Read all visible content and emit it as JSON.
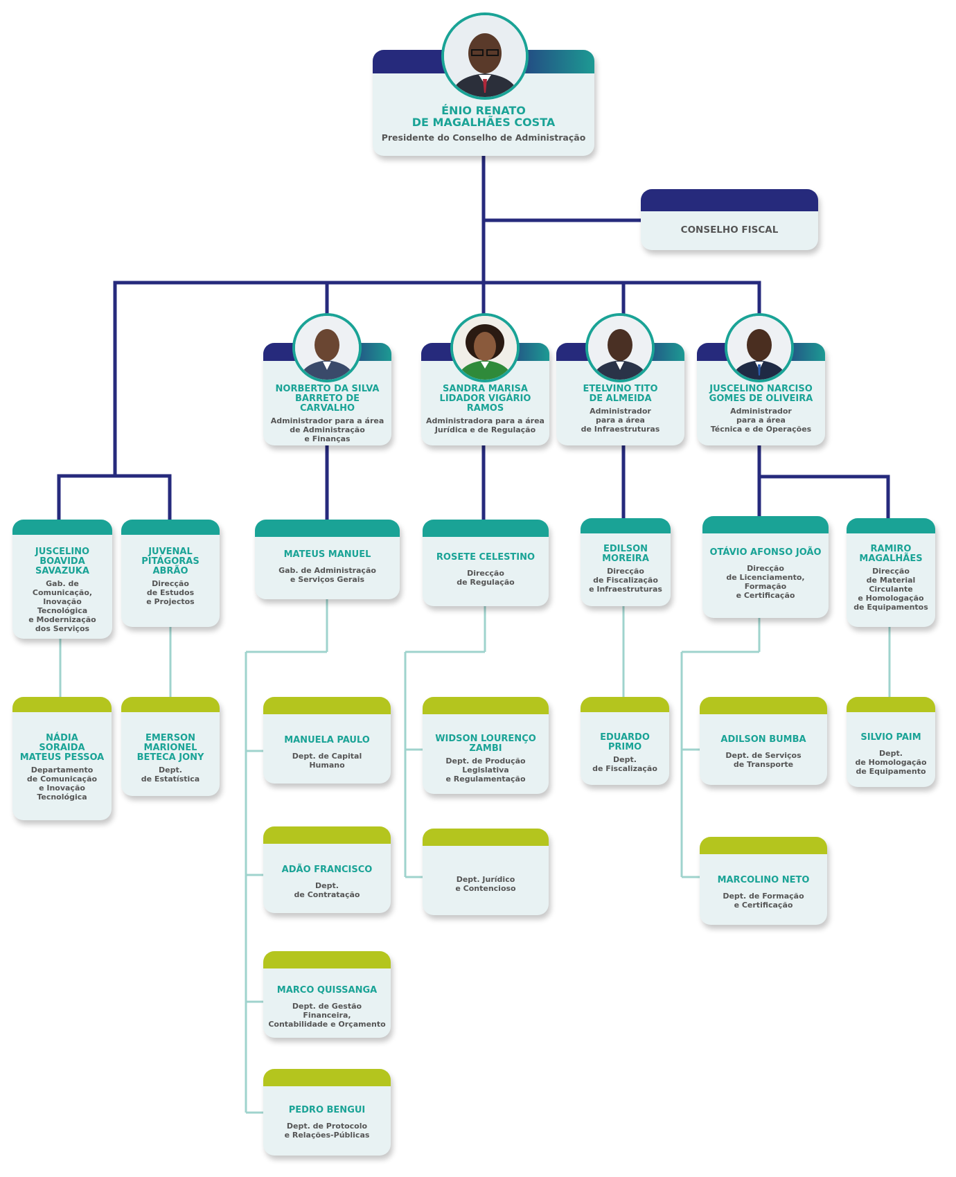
{
  "colors": {
    "navy": "#262a7c",
    "teal": "#1aa396",
    "lime": "#b4c51e",
    "box_bg": "#e8f2f3",
    "thin_line": "#9fd3cd"
  },
  "president": {
    "name_line1": "ÉNIO RENATO",
    "name_line2": "DE MAGALHÃES COSTA",
    "role": "Presidente do Conselho de Administração"
  },
  "conselho_fiscal": {
    "label": "CONSELHO FISCAL"
  },
  "administrators": [
    {
      "name_line1": "NORBERTO DA SILVA",
      "name_line2": "BARRETO DE CARVALHO",
      "role_lines": [
        "Administrador para a área",
        "de Administração",
        "e Finanças"
      ]
    },
    {
      "name_line1": "SANDRA MARISA",
      "name_line2": "LIDADOR VIGÁRIO",
      "name_line3": "RAMOS",
      "role_lines": [
        "Administradora para a área",
        "Jurídica e de Regulação"
      ]
    },
    {
      "name_line1": "ETELVINO TITO",
      "name_line2": "DE ALMEIDA",
      "role_lines": [
        "Administrador",
        "para a área",
        "de Infraestruturas"
      ]
    },
    {
      "name_line1": "JUSCELINO NARCISO",
      "name_line2": "GOMES DE OLIVEIRA",
      "role_lines": [
        "Administrador",
        "para a área",
        "Técnica e de Operações"
      ]
    }
  ],
  "directors": [
    {
      "name_lines": [
        "JUSCELINO",
        "BOAVIDA",
        "SAVAZUKA"
      ],
      "role_lines": [
        "Gab. de Comunicação,",
        "Inovação",
        "Tecnológica",
        "e Modernização",
        "dos Serviços"
      ]
    },
    {
      "name_lines": [
        "JUVENAL",
        "PITÁGORAS",
        "ABRÃO"
      ],
      "role_lines": [
        "Direcção",
        "de Estudos",
        "e Projectos"
      ]
    },
    {
      "name_lines": [
        "MATEUS MANUEL"
      ],
      "role_lines": [
        "Gab. de Administração",
        "e Serviços Gerais"
      ]
    },
    {
      "name_lines": [
        "ROSETE CELESTINO"
      ],
      "role_lines": [
        "Direcção",
        "de Regulação"
      ]
    },
    {
      "name_lines": [
        "EDILSON",
        "MOREIRA"
      ],
      "role_lines": [
        "Direcção",
        "de Fiscalização",
        "e Infraestruturas"
      ]
    },
    {
      "name_lines": [
        "OTÁVIO AFONSO JOÃO"
      ],
      "role_lines": [
        "Direcção",
        "de Licenciamento,",
        "Formação",
        "e Certificação"
      ]
    },
    {
      "name_lines": [
        "RAMIRO",
        "MAGALHÃES"
      ],
      "role_lines": [
        "Direcção",
        "de Material",
        "Circulante",
        "e Homologação",
        "de Equipamentos"
      ]
    }
  ],
  "departments": [
    {
      "name_lines": [
        "NÁDIA",
        "SORAIDA",
        "MATEUS PESSOA"
      ],
      "role_lines": [
        "Departamento",
        "de Comunicação",
        "e Inovação",
        "Tecnológica"
      ]
    },
    {
      "name_lines": [
        "EMERSON",
        "MARIONEL",
        "BETECA JONY"
      ],
      "role_lines": [
        "Dept.",
        "de Estatística"
      ]
    },
    {
      "name_lines": [
        "MANUELA PAULO"
      ],
      "role_lines": [
        "Dept. de Capital",
        "Humano"
      ]
    },
    {
      "name_lines": [
        "ADÃO FRANCISCO"
      ],
      "role_lines": [
        "Dept.",
        "de Contratação"
      ]
    },
    {
      "name_lines": [
        "MARCO QUISSANGA"
      ],
      "role_lines": [
        "Dept. de Gestão",
        "Financeira,",
        "Contabilidade e Orçamento"
      ]
    },
    {
      "name_lines": [
        "PEDRO BENGUI"
      ],
      "role_lines": [
        "Dept. de Protocolo",
        "e Relações-Públicas"
      ]
    },
    {
      "name_lines": [
        "WIDSON LOURENÇO",
        "ZAMBI"
      ],
      "role_lines": [
        "Dept. de Produção",
        "Legislativa",
        "e Regulamentação"
      ]
    },
    {
      "name_lines": [],
      "role_lines": [
        "Dept. Jurídico",
        "e Contencioso"
      ]
    },
    {
      "name_lines": [
        "EDUARDO",
        "PRIMO"
      ],
      "role_lines": [
        "Dept.",
        "de Fiscalização"
      ]
    },
    {
      "name_lines": [
        "ADILSON BUMBA"
      ],
      "role_lines": [
        "Dept. de Serviços",
        "de Transporte"
      ]
    },
    {
      "name_lines": [
        "MARCOLINO NETO"
      ],
      "role_lines": [
        "Dept. de Formação",
        "e Certificação"
      ]
    },
    {
      "name_lines": [
        "SILVIO PAIM"
      ],
      "role_lines": [
        "Dept.",
        "de Homologação",
        "de Equipamento"
      ]
    }
  ]
}
